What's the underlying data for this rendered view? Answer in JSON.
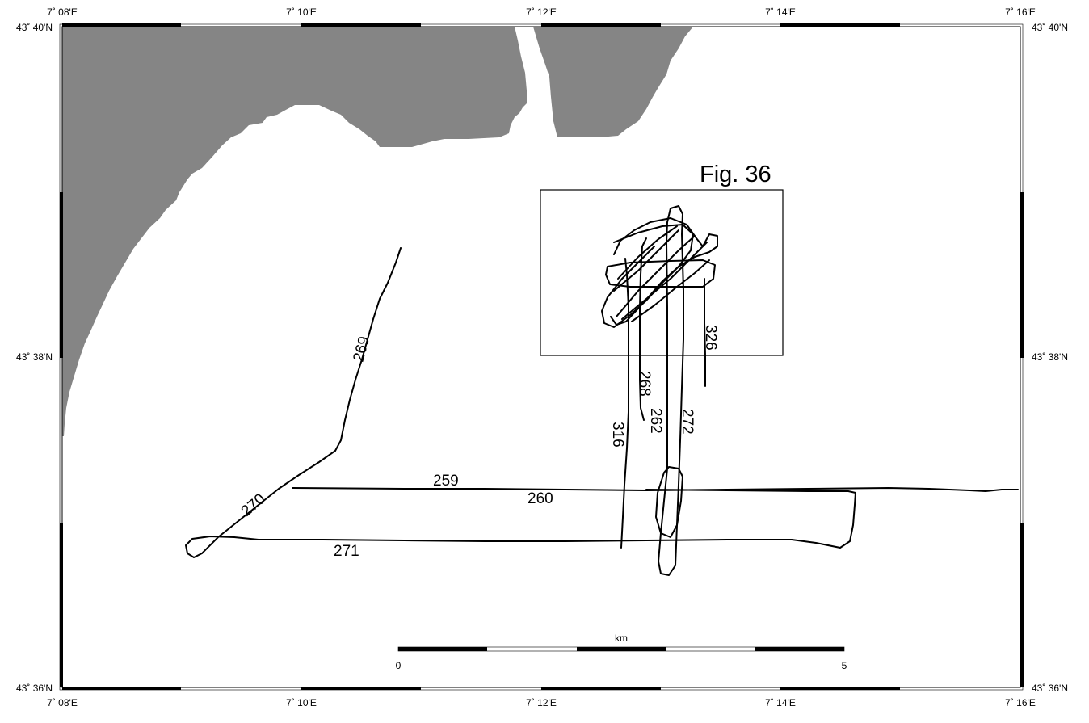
{
  "map": {
    "lon_ticks": [
      "7˚ 08'E",
      "7˚ 10'E",
      "7˚ 12'E",
      "7˚ 14'E",
      "7˚ 16'E"
    ],
    "lat_ticks": [
      "43˚ 40'N",
      "43˚ 38'N",
      "43˚ 36'N"
    ],
    "inset_label": "Fig. 36",
    "track_labels": {
      "t269": "269",
      "t270": "270",
      "t259": "259",
      "t260": "260",
      "t271": "271",
      "t316": "316",
      "t268": "268",
      "t262": "262",
      "t272": "272",
      "t326": "326"
    },
    "scale_bar": {
      "unit": "km",
      "start": "0",
      "end": "5"
    },
    "colors": {
      "land": "#858585",
      "track": "#000000",
      "frame": "#000000"
    }
  }
}
